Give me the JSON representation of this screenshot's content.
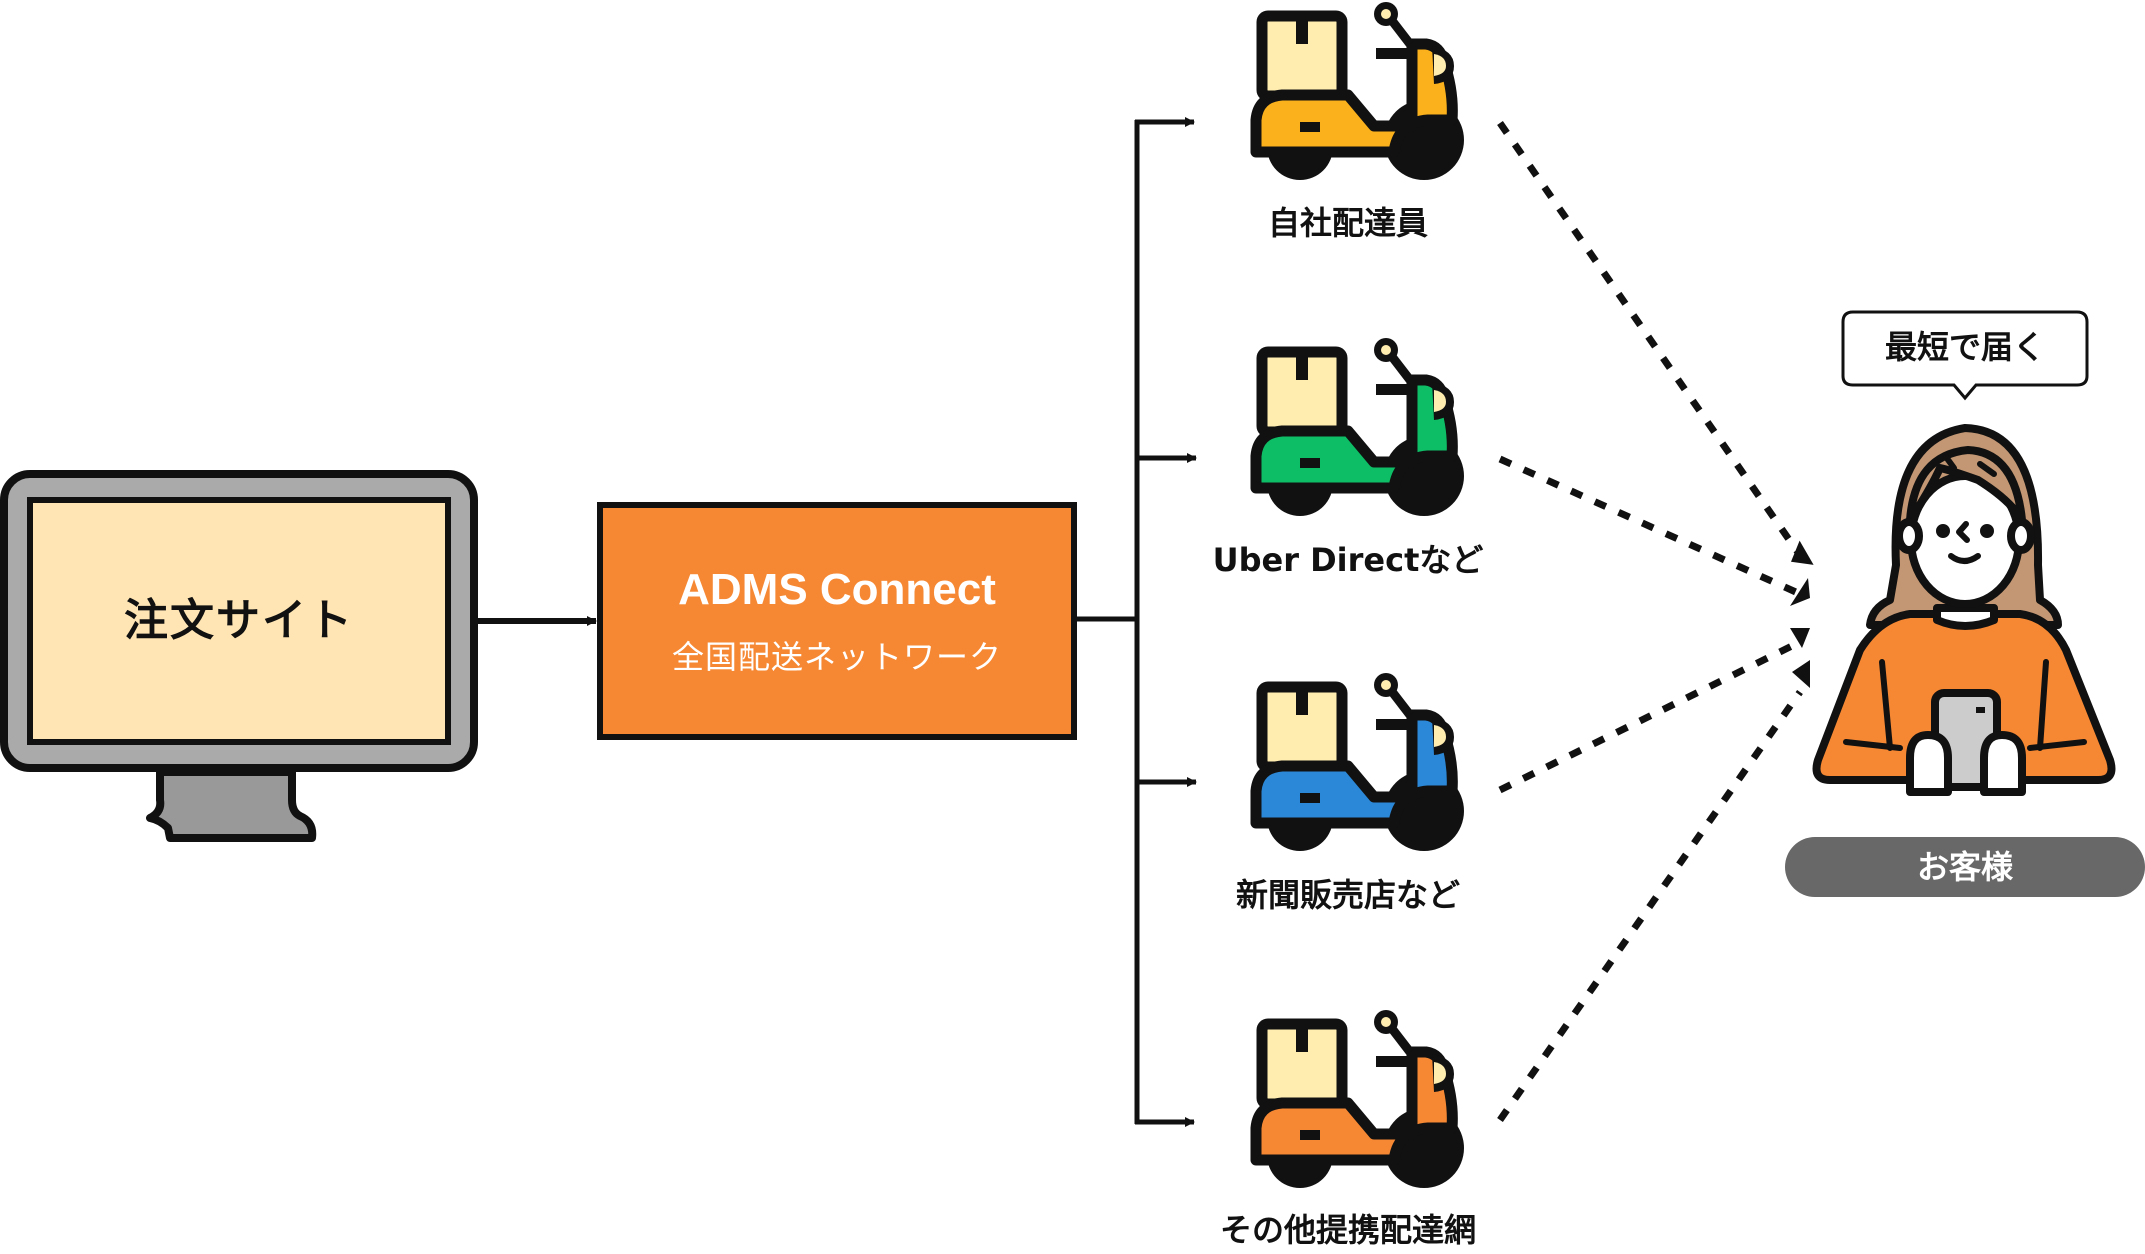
{
  "source": {
    "label": "注文サイト",
    "icon": "monitor-icon"
  },
  "hub": {
    "title": "ADMS Connect",
    "subtitle": "全国配送ネットワーク"
  },
  "carriers": [
    {
      "label": "自社配達員",
      "icon": "delivery-scooter-icon",
      "color": "#FBB11B"
    },
    {
      "label": "Uber Directなど",
      "icon": "delivery-scooter-icon",
      "color": "#0EBE66"
    },
    {
      "label": "新聞販売店など",
      "icon": "delivery-scooter-icon",
      "color": "#2B88D8"
    },
    {
      "label": "その他提携配達網",
      "icon": "delivery-scooter-icon",
      "color": "#F68834"
    }
  ],
  "customer": {
    "speech_bubble": "最短で届く",
    "label": "お客様",
    "icon": "customer-with-phone-icon"
  },
  "colors": {
    "outline": "#111111",
    "hub_fill": "#F68834",
    "screen_fill": "#FFE5B3",
    "monitor_frame": "#AAAAAA",
    "monitor_stand": "#999999",
    "box_fill": "#FFEDB0",
    "hair": "#C39773",
    "shirt": "#F68834",
    "phone": "#CCCCCC",
    "pill": "#686868"
  }
}
